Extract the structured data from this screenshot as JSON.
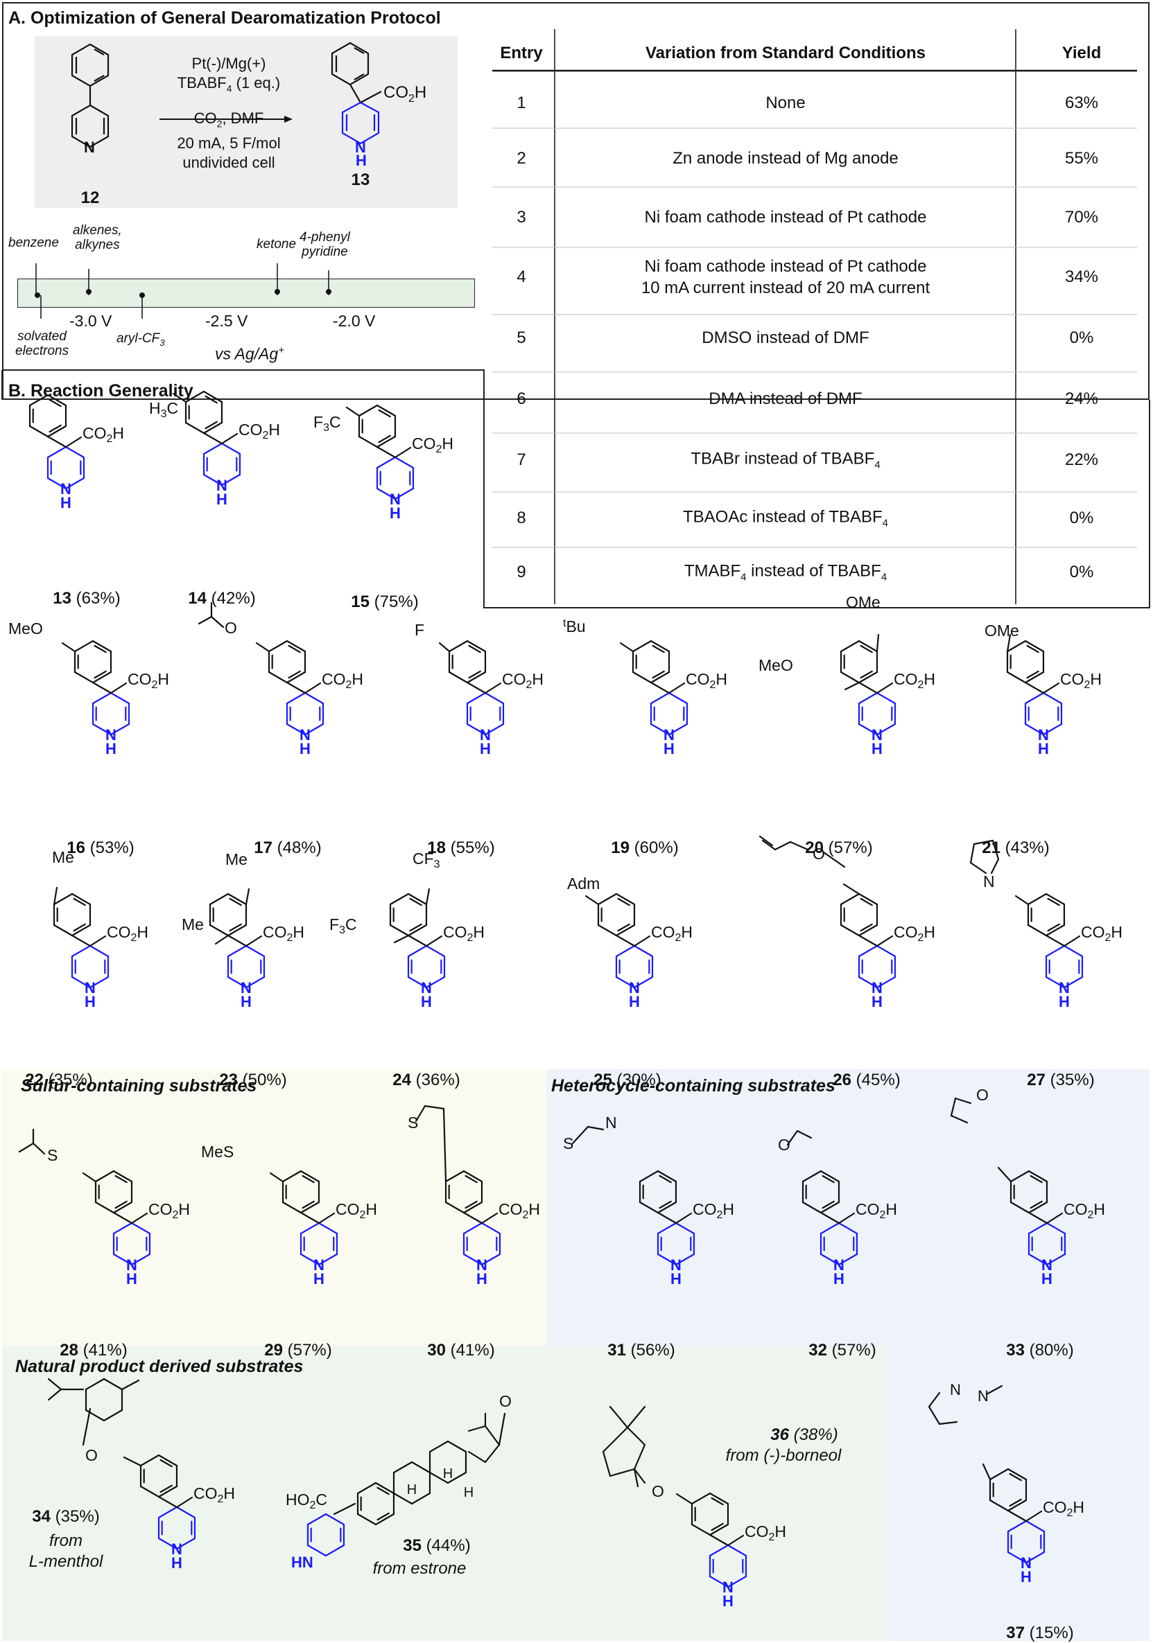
{
  "sectionA": {
    "title": "A. Optimization of General Dearomatization Protocol",
    "reactant_label": "12",
    "product_label": "13",
    "conditions": [
      "Pt(-)/Mg(+)",
      "TBABF4 (1 eq.)",
      "CO2, DMF",
      "20 mA, 5 F/mol",
      "undivided cell"
    ],
    "product_acid": "CO2H",
    "nh": "H",
    "n": "N"
  },
  "potential_scale": {
    "top_labels": [
      "benzene",
      "alkenes,",
      "alkynes",
      "ketone",
      "4-phenyl",
      "pyridine"
    ],
    "bottom_labels": [
      "solvated",
      "electrons",
      "aryl-CF3"
    ],
    "ticks": [
      "-3.0 V",
      "-2.5 V",
      "-2.0 V"
    ],
    "reference": "vs Ag/Ag+"
  },
  "table": {
    "headers": [
      "Entry",
      "Variation from Standard Conditions",
      "Yield"
    ],
    "rows": [
      {
        "entry": "1",
        "variation": "None",
        "variation2": "",
        "yield": "63%"
      },
      {
        "entry": "2",
        "variation": "Zn anode instead of Mg anode",
        "variation2": "",
        "yield": "55%"
      },
      {
        "entry": "3",
        "variation": "Ni foam cathode instead of Pt cathode",
        "variation2": "",
        "yield": "70%"
      },
      {
        "entry": "4",
        "variation": "Ni foam cathode instead of Pt cathode",
        "variation2": "10 mA current instead of 20 mA current",
        "yield": "34%"
      },
      {
        "entry": "5",
        "variation": "DMSO instead of DMF",
        "variation2": "",
        "yield": "0%"
      },
      {
        "entry": "6",
        "variation": "DMA instead of DMF",
        "variation2": "",
        "yield": "24%"
      },
      {
        "entry": "7",
        "variation": "TBABr instead of TBABF4",
        "variation2": "",
        "yield": "22%"
      },
      {
        "entry": "8",
        "variation": "TBAOAc instead of TBABF4",
        "variation2": "",
        "yield": "0%"
      },
      {
        "entry": "9",
        "variation": "TMABF4 instead of TBABF4",
        "variation2": "",
        "yield": "0%"
      }
    ]
  },
  "sectionB": {
    "title": "B. Reaction Generality"
  },
  "compounds": [
    {
      "num": "13",
      "yield": "(63%)",
      "sub": ""
    },
    {
      "num": "14",
      "yield": "(42%)",
      "sub": "H3C"
    },
    {
      "num": "15",
      "yield": "(75%)",
      "sub": "F3C"
    },
    {
      "num": "16",
      "yield": "(53%)",
      "sub": "MeO"
    },
    {
      "num": "17",
      "yield": "(48%)",
      "sub": "iPrO"
    },
    {
      "num": "18",
      "yield": "(55%)",
      "sub": "F"
    },
    {
      "num": "19",
      "yield": "(60%)",
      "sub": "tBu"
    },
    {
      "num": "20",
      "yield": "(57%)",
      "sub": "OMe"
    },
    {
      "num": "21",
      "yield": "(43%)",
      "sub": "OMe"
    },
    {
      "num": "22",
      "yield": "(35%)",
      "sub": "Me"
    },
    {
      "num": "23",
      "yield": "(50%)",
      "sub": "Me"
    },
    {
      "num": "24",
      "yield": "(36%)",
      "sub": "CF3"
    },
    {
      "num": "25",
      "yield": "(30%)",
      "sub": "Adm"
    },
    {
      "num": "26",
      "yield": "(45%)",
      "sub": "O"
    },
    {
      "num": "27",
      "yield": "(35%)",
      "sub": "N"
    },
    {
      "num": "28",
      "yield": "(41%)",
      "sub": "S"
    },
    {
      "num": "29",
      "yield": "(57%)",
      "sub": "MeS"
    },
    {
      "num": "30",
      "yield": "(41%)",
      "sub": "S"
    },
    {
      "num": "31",
      "yield": "(56%)",
      "sub": "S"
    },
    {
      "num": "32",
      "yield": "(57%)",
      "sub": "O"
    },
    {
      "num": "33",
      "yield": "(80%)",
      "sub": "O"
    },
    {
      "num": "34",
      "yield": "(35%)",
      "sub": "O"
    },
    {
      "num": "35",
      "yield": "(44%)",
      "sub": "O"
    },
    {
      "num": "36",
      "yield": "(38%)",
      "sub": "O"
    },
    {
      "num": "37",
      "yield": "(15%)",
      "sub": "N"
    }
  ],
  "subsections": {
    "sulfur": "Sulfur-containing substrates",
    "hetero": "Heterocycle-containing  substrates",
    "natural": "Natural product derived substrates"
  },
  "notes": {
    "c34_from": "from",
    "c34_src": "L-menthol",
    "c35_from": "from estrone",
    "c36_from": "from (-)-borneol"
  },
  "labels": {
    "co2h": "CO2H",
    "ho2c": "HO2C",
    "nh_h": "H",
    "hn": "HN",
    "meo": "MeO",
    "ome": "OMe",
    "me": "Me",
    "cf3": "CF3",
    "f3c": "F3C",
    "h3c": "H3C",
    "f": "F",
    "tbu_t": "t",
    "tbu": "Bu",
    "adm": "Adm",
    "mes": "MeS",
    "s": "S",
    "o": "O",
    "n": "N",
    "h": "H"
  },
  "colors": {
    "blue": "#1a1aff",
    "black": "#111111",
    "sulfur_bg": "#fbfaf0",
    "hetero_bg": "#eef3fa",
    "natural_bg": "#eef5ee",
    "scale_bg": "#e6f1e6",
    "react_bg": "#eeeeee"
  }
}
